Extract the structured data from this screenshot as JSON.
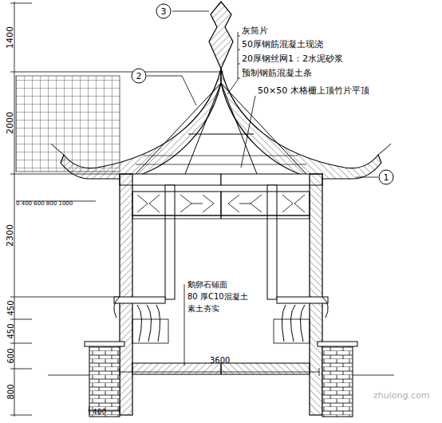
{
  "diagram": {
    "nodes": [
      {
        "text": [
          "3"
        ]
      },
      {
        "text": [
          "2"
        ]
      },
      {
        "text": [
          "1"
        ]
      }
    ],
    "labels": [
      "灰筒片",
      "50厚钢筋混凝土现浇",
      "20厚钢丝网1：2水泥砂浆",
      "预制钢筋混凝土条",
      "50×50  木格栅上顶竹片平顶",
      "1400",
      "2000",
      "2300",
      "450",
      "450",
      "600",
      "800",
      "0 400 600 800 1000",
      "鹅卵石铺面",
      "80  厚C10混凝土",
      "素土夯实",
      "3600",
      "400",
      "zhulong.com"
    ]
  }
}
